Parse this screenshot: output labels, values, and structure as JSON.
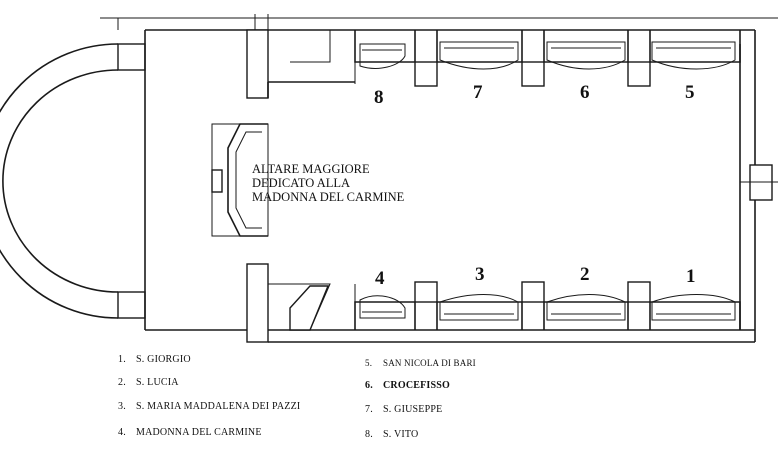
{
  "altar": {
    "line1": "ALTARE MAGGIORE",
    "line2": "DEDICATO ALLA",
    "line3": "MADONNA DEL CARMINE"
  },
  "chapel_numbers": [
    "1",
    "2",
    "3",
    "4",
    "5",
    "6",
    "7",
    "8"
  ],
  "legend": [
    {
      "number": "1.",
      "name": "S. GIORGIO"
    },
    {
      "number": "2.",
      "name": "S. LUCIA"
    },
    {
      "number": "3.",
      "name": "S. MARIA MADDALENA DEI PAZZI"
    },
    {
      "number": "4.",
      "name": "MADONNA DEL CARMINE"
    },
    {
      "number": "5.",
      "name": "SAN NICOLA DI BARI"
    },
    {
      "number": "6.",
      "name": "CROCEFISSO"
    },
    {
      "number": "7.",
      "name": "S. GIUSEPPE"
    },
    {
      "number": "8.",
      "name": "S. VITO"
    }
  ]
}
